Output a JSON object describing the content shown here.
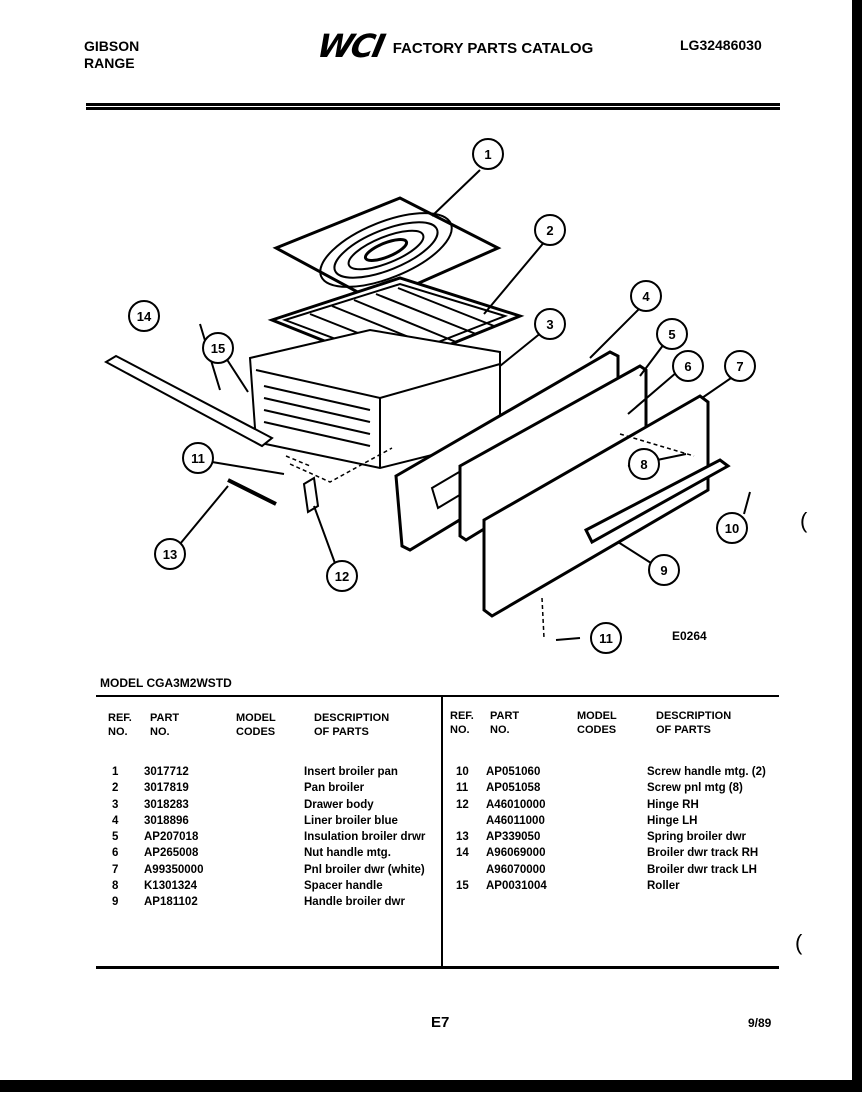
{
  "header": {
    "brand_line1": "GIBSON",
    "brand_line2": "RANGE",
    "logo": "WCI",
    "catalog_title": "FACTORY PARTS CATALOG",
    "catalog_number": "LG32486030"
  },
  "diagram": {
    "code": "E0264",
    "callouts": [
      "1",
      "2",
      "3",
      "4",
      "5",
      "6",
      "7",
      "8",
      "9",
      "10",
      "11",
      "11",
      "12",
      "13",
      "14",
      "15"
    ]
  },
  "model_line": "MODEL CGA3M2WSTD",
  "columns": {
    "ref_no": "REF.\nNO.",
    "part_no": "PART\nNO.",
    "model_codes": "MODEL\nCODES",
    "description": "DESCRIPTION\nOF PARTS",
    "ref_no_r": "REF.\nNO.",
    "part_no_r": "PART\nNO.",
    "model_codes_r": "MODEL\nCODES",
    "description_r": "DESCRIPTION\nOF PARTS"
  },
  "parts_left": [
    {
      "ref": "1",
      "part": "3017712",
      "desc": "Insert broiler pan"
    },
    {
      "ref": "2",
      "part": "3017819",
      "desc": "Pan broiler"
    },
    {
      "ref": "3",
      "part": "3018283",
      "desc": "Drawer body"
    },
    {
      "ref": "4",
      "part": "3018896",
      "desc": "Liner broiler blue"
    },
    {
      "ref": "5",
      "part": "AP207018",
      "desc": "Insulation broiler drwr"
    },
    {
      "ref": "6",
      "part": "AP265008",
      "desc": "Nut handle mtg."
    },
    {
      "ref": "7",
      "part": "A99350000",
      "desc": "Pnl broiler dwr (white)"
    },
    {
      "ref": "8",
      "part": "K1301324",
      "desc": "Spacer handle"
    },
    {
      "ref": "9",
      "part": "AP181102",
      "desc": "Handle broiler dwr"
    }
  ],
  "parts_right": [
    {
      "ref": "10",
      "part": "AP051060",
      "desc": "Screw handle mtg. (2)"
    },
    {
      "ref": "11",
      "part": "AP051058",
      "desc": "Screw pnl mtg (8)"
    },
    {
      "ref": "12",
      "part": "A46010000",
      "desc": "Hinge RH"
    },
    {
      "ref": "",
      "part": "A46011000",
      "desc": "Hinge LH"
    },
    {
      "ref": "13",
      "part": "AP339050",
      "desc": "Spring broiler dwr"
    },
    {
      "ref": "14",
      "part": "A96069000",
      "desc": "Broiler dwr track RH"
    },
    {
      "ref": "",
      "part": "A96070000",
      "desc": "Broiler dwr track LH"
    },
    {
      "ref": "15",
      "part": "AP0031004",
      "desc": "Roller"
    }
  ],
  "footer": {
    "page": "E7",
    "date": "9/89"
  }
}
